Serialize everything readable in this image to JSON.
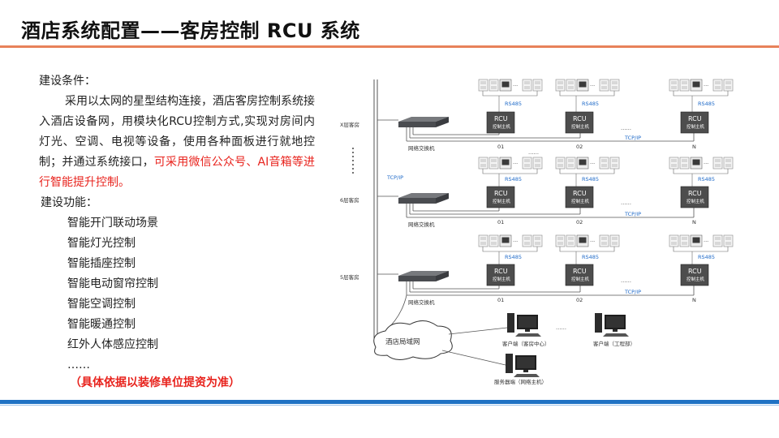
{
  "page": {
    "title": "酒店系统配置——客房控制 RCU 系统"
  },
  "left": {
    "heading": "建设条件：",
    "para_normal": "采用以太网的星型结构连接，酒店客房控制系统接入酒店设备网，用模块化RCU控制方式,实现对房间内灯光、空调、电视等设备，使用各种面板进行就地控制；并通过系统接口，",
    "para_red": "可采用微信公众号、AI音箱等进行智能提升控制。",
    "functions_heading": "建设功能：",
    "functions": [
      "智能开门联动场景",
      "智能灯光控制",
      "智能插座控制",
      "智能电动窗帘控制",
      "智能空调控制",
      "智能暖通控制",
      "红外人体感应控制"
    ],
    "ellipsis": "……",
    "note": "（具体依据以装修单位提资为准）"
  },
  "diagram": {
    "floor_labels": [
      "X层客房",
      "6层客房",
      "5层客房"
    ],
    "switch_label": "网络交换机",
    "rcu_title": "RCU",
    "rcu_sub": "控制主机",
    "rs485": "RS485",
    "tcpip": "TCP/IP",
    "node_labels": [
      "01",
      "02",
      "N"
    ],
    "dots": "……",
    "lan_label": "酒店局域网",
    "client1": "客户端（客房中心）",
    "client2": "客户端（工程部）",
    "server": "服务器端（网络主机）"
  },
  "colors": {
    "title_rule": "#e8825a",
    "bottom_rule": "#1f72c4",
    "red_text": "#e8231d",
    "link_blue": "#1f6ac8"
  }
}
